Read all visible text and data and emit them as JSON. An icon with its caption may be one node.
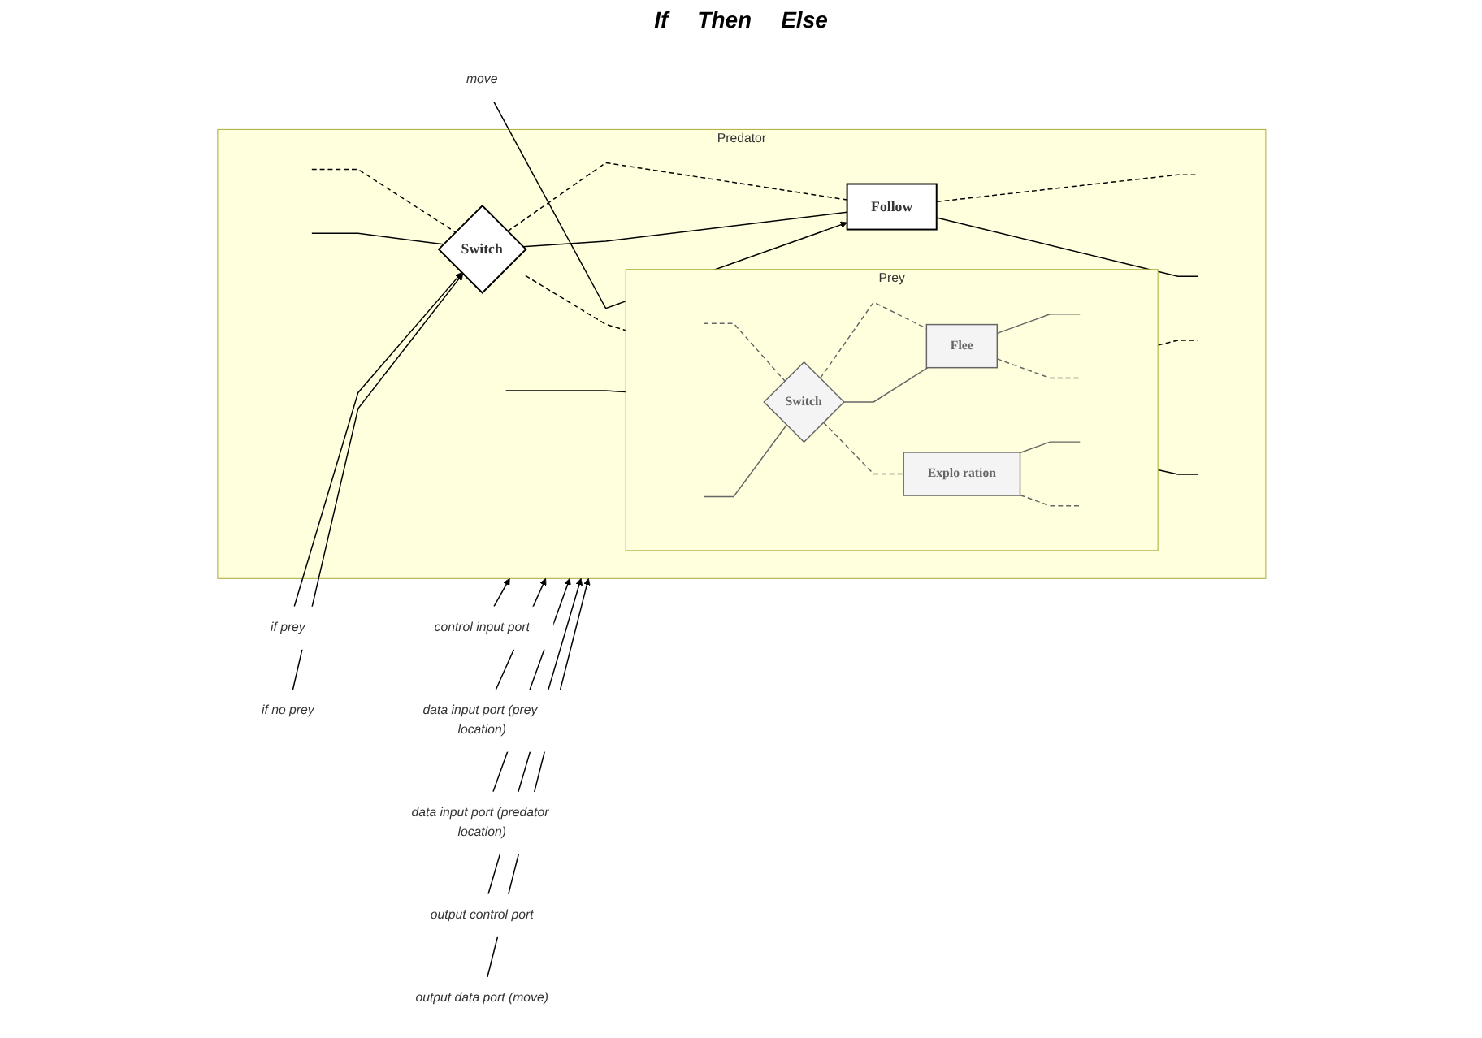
{
  "diagram": {
    "nodes": [
      {
        "text": [
          "Predator"
        ]
      },
      {
        "text": [
          "Switch"
        ],
        "in": 0
      },
      {
        "text": [
          "Follow"
        ],
        "in": 0
      },
      {
        "text": [
          "Prey"
        ],
        "in": 0
      },
      {
        "text": [
          "Switch"
        ],
        "in": 3
      },
      {
        "text": [
          "Flee"
        ],
        "in": 3
      },
      {
        "text": [
          "Explo ration"
        ],
        "in": 3
      },
      {
        "text": [
          "control input port"
        ]
      },
      {
        "text": [
          "if prey"
        ]
      },
      {
        "text": [
          "move"
        ]
      },
      {
        "text": [
          "data input port (prey location)"
        ]
      },
      {
        "text": [
          "if no prey"
        ]
      },
      {
        "text": [
          "data input port (predator location)"
        ]
      },
      {
        "text": [
          "output control port"
        ]
      },
      {
        "text": [
          "output data port (move)"
        ]
      }
    ],
    "edges": [
      {
        "from": null,
        "to": 1,
        "arrow": "none",
        "style": "dashed"
      },
      {
        "from": null,
        "to": 1,
        "arrow": "none"
      },
      {
        "from": 1,
        "to": 2,
        "arrow": "none",
        "style": "dashed"
      },
      {
        "from": 1,
        "to": 2,
        "arrow": "none"
      },
      {
        "from": 1,
        "to": 3,
        "arrow": "none",
        "style": "dashed"
      },
      {
        "from": null,
        "to": 3,
        "arrow": "none"
      },
      {
        "from": 2,
        "to": null,
        "arrow": "none",
        "style": "dashed"
      },
      {
        "from": 2,
        "to": null,
        "arrow": "none"
      },
      {
        "from": 3,
        "to": null,
        "arrow": "none",
        "style": "dashed"
      },
      {
        "from": 3,
        "to": null,
        "arrow": "none"
      },
      {
        "from": null,
        "to": 4,
        "arrow": "none",
        "style": "dashed",
        "color": "#666666"
      },
      {
        "from": null,
        "to": 4,
        "arrow": "none",
        "color": "#666666"
      },
      {
        "from": 4,
        "to": 5,
        "arrow": "none",
        "style": "dashed",
        "color": "#666666"
      },
      {
        "from": 4,
        "to": 5,
        "arrow": "none",
        "color": "#666666"
      },
      {
        "from": 4,
        "to": 6,
        "arrow": "none",
        "style": "dashed",
        "color": "#666666"
      },
      {
        "from": 5,
        "to": null,
        "arrow": "none",
        "color": "#666666"
      },
      {
        "from": 6,
        "to": null,
        "arrow": "none",
        "color": "#666666"
      },
      {
        "from": 5,
        "to": null,
        "arrow": "none",
        "style": "dashed",
        "color": "#666666"
      },
      {
        "from": 6,
        "to": null,
        "arrow": "none",
        "style": "dashed",
        "color": "#666666"
      },
      {
        "from": 7,
        "to": 0,
        "arrow": "to"
      },
      {
        "from": 8,
        "to": 1,
        "arrow": "to"
      },
      {
        "from": 9,
        "to": 2,
        "arrow": "to"
      },
      {
        "from": 10,
        "to": 0,
        "arrow": "to"
      },
      {
        "from": 11,
        "to": 1,
        "arrow": "to"
      },
      {
        "from": 12,
        "to": 0,
        "arrow": "to"
      },
      {
        "from": 13,
        "to": 0,
        "arrow": "to"
      },
      {
        "from": 14,
        "to": 0,
        "arrow": "to"
      }
    ],
    "labels": [
      "If",
      "Then",
      "Else"
    ]
  }
}
